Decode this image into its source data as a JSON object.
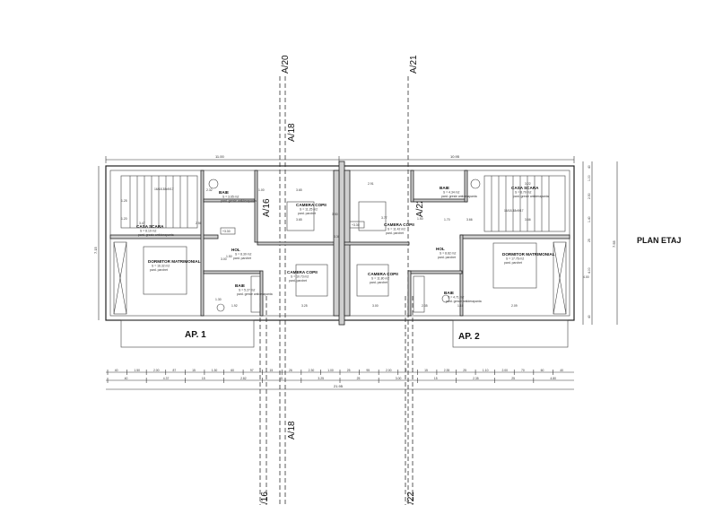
{
  "title": "PLAN ETAJ",
  "apartments": [
    "AP. 1",
    "AP. 2"
  ],
  "axes": {
    "top": [
      "A/20",
      "A/21"
    ],
    "upper_mid": "A/18",
    "lower_mid": "A/18",
    "inner": [
      "A/16",
      "A/22"
    ],
    "bottom": [
      "/16",
      "/22"
    ]
  },
  "overall_dims": {
    "top_left": "11.00",
    "top_right": "10.95",
    "left_height": "7.15",
    "right_height": "7.55",
    "total_width": "21.95"
  },
  "rooms": [
    {
      "name": "BAIE",
      "area": "S = 3.65 m2",
      "finish": "pard. gresie antiderapanta"
    },
    {
      "name": "CASA SCARA",
      "area": "S = 8.10 m2",
      "finish": "pard. gresie antiderapanta"
    },
    {
      "name": "DORMITOR MATRIMONIAL",
      "area": "S = 16.32 m2",
      "finish": "pard. parchet"
    },
    {
      "name": "HOL",
      "area": "S = 8.30 m2",
      "finish": "pard. parchet"
    },
    {
      "name": "BAIE",
      "area": "S = 5.27 m2",
      "finish": "pard. gresie antiderapanta"
    },
    {
      "name": "CAMERA COPII",
      "area": "S = 11.25 m2",
      "finish": "pard. parchet"
    },
    {
      "name": "CAMERA COPII",
      "area": "S = 10.73 m2",
      "finish": "pard. parchet"
    },
    {
      "name": "BAIE",
      "area": "S = 4.34 m2",
      "finish": "pard. gresie antiderapanta"
    },
    {
      "name": "CASA SCARA",
      "area": "S = 8.70 m2",
      "finish": "pard. gresie antiderapanta"
    },
    {
      "name": "CAMERA COPII",
      "area": "S = 11.42 m2",
      "finish": "pard. parchet"
    },
    {
      "name": "HOL",
      "area": "S = 8.82 m2",
      "finish": "pard. parchet"
    },
    {
      "name": "CAMERA COPII",
      "area": "S = 11.80 m2",
      "finish": "pard. parchet"
    },
    {
      "name": "BAIE",
      "area": "S = 4.71 m2",
      "finish": "pard. gresie antiderapanta"
    },
    {
      "name": "DORMITOR MATRIMONIAL",
      "area": "S = 17.76 m2",
      "finish": "pard. parchet"
    }
  ],
  "stairs": [
    "16/18.38x9/17",
    "16/18.38x9/17"
  ],
  "levels": [
    "+3.30",
    "+3.30"
  ],
  "inner_dims": [
    "1.25",
    "1.20",
    "3.47",
    "2.50",
    "2.32",
    "1.00",
    "3.00",
    "1.50",
    "1.30",
    "1.92",
    "3.65",
    "3.65",
    "3.50",
    "3.25",
    "2.91",
    "3.77",
    "1.50",
    "3.30",
    "3.00",
    "3.66",
    "3.22",
    "1.70",
    "3.66",
    "2.35",
    "1.10",
    "2.09",
    "4.00"
  ],
  "bottom_dims_row1": [
    "40",
    "1.50",
    "2.00",
    "87",
    "15",
    "1.30",
    "60",
    "97",
    "15",
    "26",
    "2.30",
    "1.00",
    "25",
    "95",
    "2.00",
    "8",
    "15",
    "2.35",
    "25",
    "1.10",
    "2.00",
    "70",
    "60",
    "40"
  ],
  "bottom_dims_row2": [
    "40",
    "4.37",
    "15",
    "2.82",
    "15",
    "3.25",
    "25",
    "3.00",
    "15",
    "2.35",
    "25",
    "4.80"
  ],
  "right_dims": [
    "40",
    "1.00",
    "2.50",
    "1.40",
    "25",
    "4.00",
    "40"
  ]
}
